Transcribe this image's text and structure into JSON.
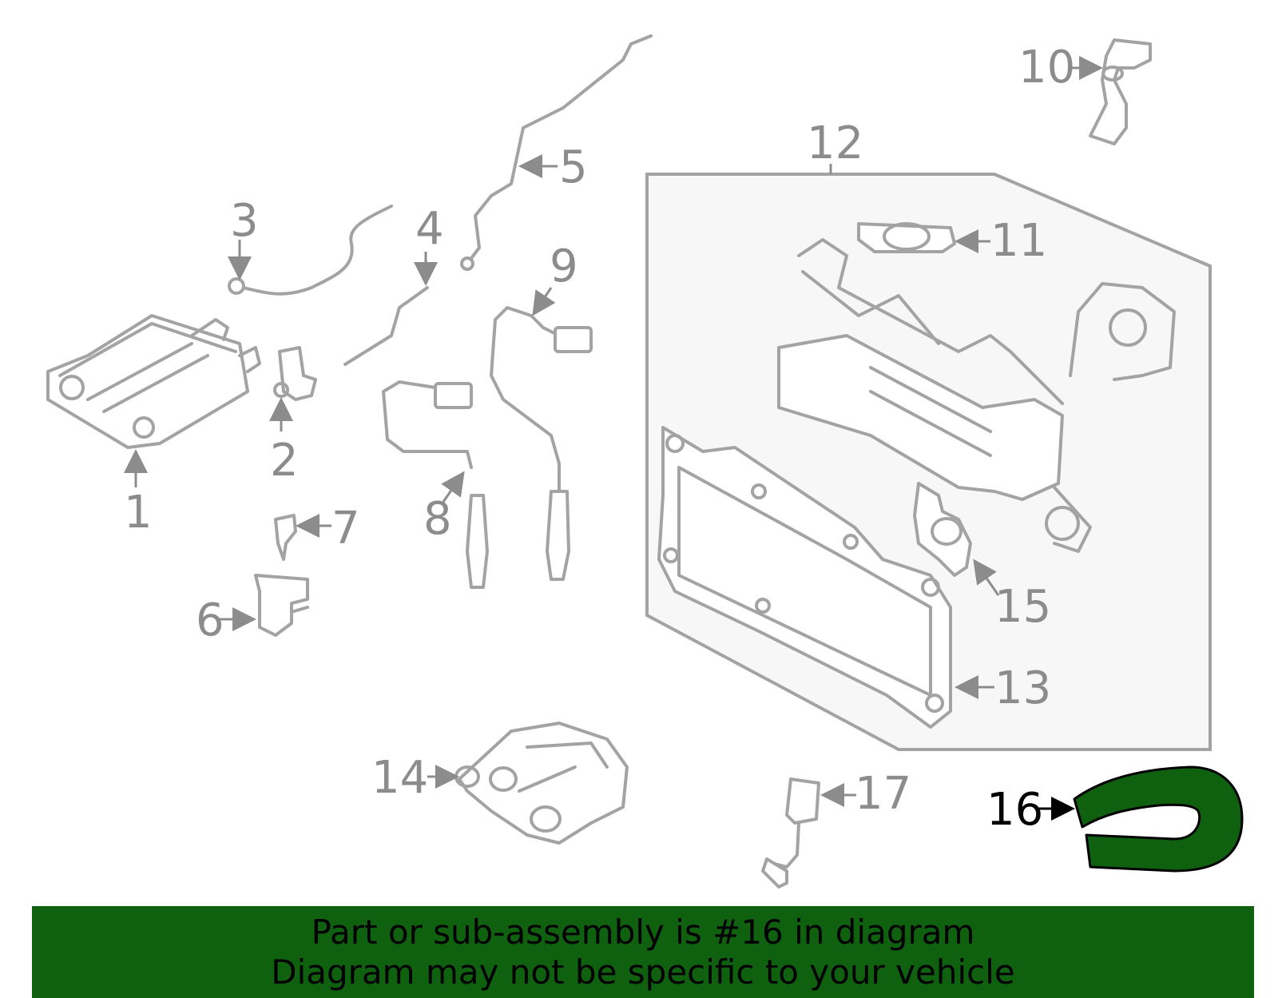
{
  "callouts": {
    "c1": "1",
    "c2": "2",
    "c3": "3",
    "c4": "4",
    "c5": "5",
    "c6": "6",
    "c7": "7",
    "c8": "8",
    "c9": "9",
    "c10": "10",
    "c11": "11",
    "c12": "12",
    "c13": "13",
    "c14": "14",
    "c15": "15",
    "c16": "16",
    "c17": "17"
  },
  "highlight": {
    "part": "16",
    "color": "#0f600f"
  },
  "banner": {
    "line1": "Part or sub-assembly is #16 in diagram",
    "line2": "Diagram may not be specific to your vehicle"
  }
}
